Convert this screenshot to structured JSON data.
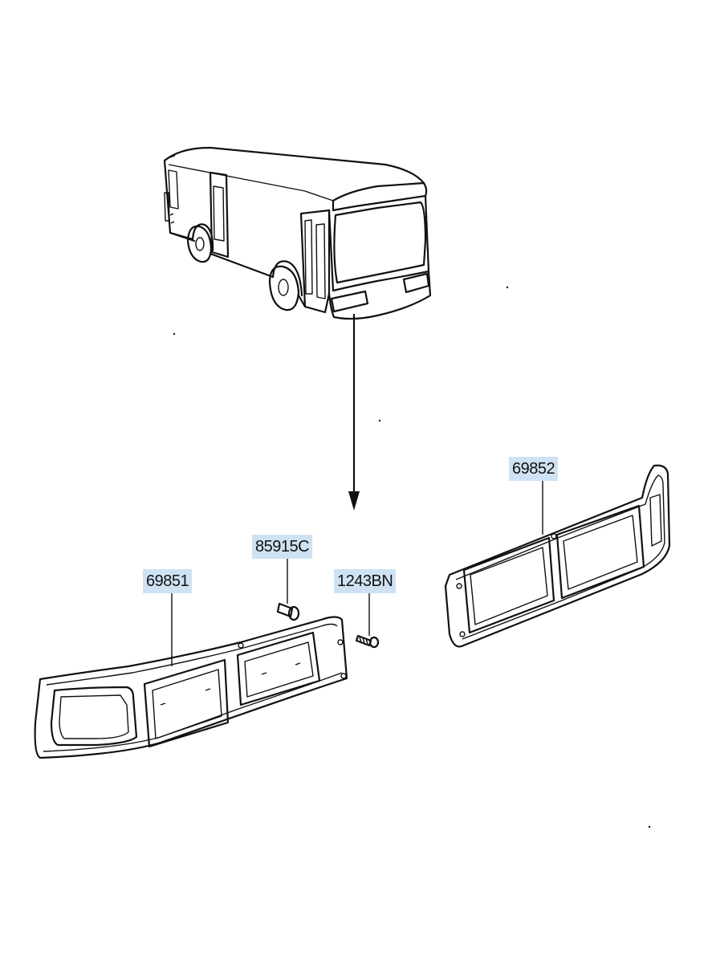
{
  "labels": {
    "part_69852": "69852",
    "part_85915c": "85915C",
    "part_69851": "69851",
    "part_1243bn": "1243BN"
  },
  "colors": {
    "label_background": "#cfe2f3",
    "line": "#111111"
  }
}
